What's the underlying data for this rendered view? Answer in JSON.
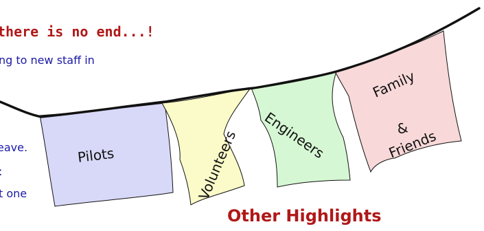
{
  "colors": {
    "heading": "#b01818",
    "body_text": "#1a1aa8",
    "line": "#111111"
  },
  "text": {
    "heading": "there is no end...!",
    "line1": "ng to new staff in",
    "line2": "eave.",
    "line3": ":",
    "line4": "t one",
    "other_highlights": "Other Highlights"
  },
  "flags": {
    "pilots": {
      "label": "Pilots",
      "fill": "#d8d8f8"
    },
    "volunteers": {
      "label": "Volunteers",
      "fill": "#fbfbc9"
    },
    "engineers": {
      "label": "Engineers",
      "fill": "#d6f7d3"
    },
    "family": {
      "lines": [
        "Family",
        "&",
        "Friends"
      ],
      "fill": "#f8d8d8"
    }
  }
}
